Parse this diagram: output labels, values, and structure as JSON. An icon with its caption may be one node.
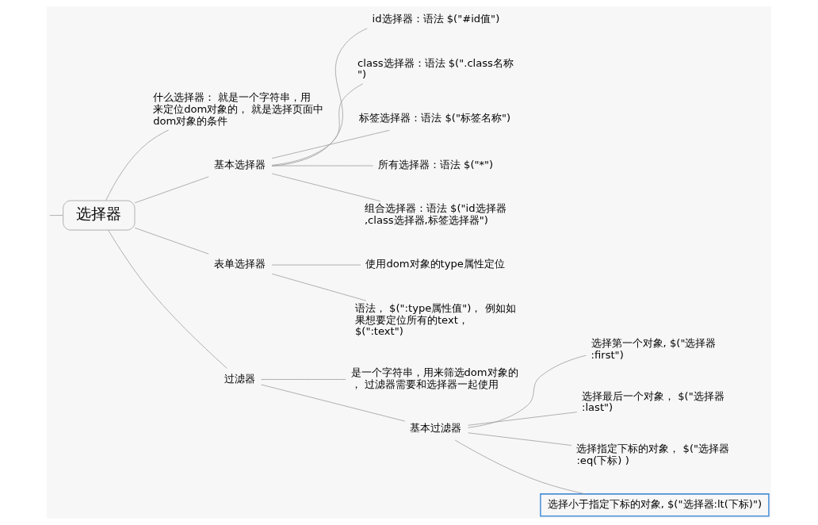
{
  "diagram": {
    "nodes": [
      {
        "text": [
          "选择器"
        ]
      },
      {
        "text": [
          "什么选择器： 就是一个字符串，用来定位dom对象的， 就是选择页面中dom对象的条件"
        ]
      },
      {
        "text": [
          "基本选择器"
        ]
      },
      {
        "text": [
          "id选择器：语法 $(\"#id值\")"
        ]
      },
      {
        "text": [
          "class选择器：语法 $(\".class名称\")"
        ]
      },
      {
        "text": [
          "标签选择器：语法 $(\"标签名称\")"
        ]
      },
      {
        "text": [
          "所有选择器：语法 $(\"*\")"
        ]
      },
      {
        "text": [
          "组合选择器：语法 $(\"id选择器,class选择器,标签选择器\")"
        ]
      },
      {
        "text": [
          "表单选择器"
        ]
      },
      {
        "text": [
          "使用dom对象的type属性定位"
        ]
      },
      {
        "text": [
          "语法， $(\":type属性值\")， 例如如果想要定位所有的text， $(\":text\")"
        ]
      },
      {
        "text": [
          "过滤器"
        ]
      },
      {
        "text": [
          "是一个字符串，用来筛选dom对象的， 过滤器需要和选择器一起使用"
        ]
      },
      {
        "text": [
          "基本过滤器"
        ]
      },
      {
        "text": [
          "选择第一个对象, $(\"选择器:first\")"
        ]
      },
      {
        "text": [
          "选择最后一个对象， $(\"选择器:last\")"
        ]
      },
      {
        "text": [
          "选择指定下标的对象， $(\"选择器:eq(下标) )"
        ]
      },
      {
        "text": [
          "选择小于指定下标的对象, $(\"选择器:lt(下标)\")"
        ]
      }
    ],
    "edges": [
      {
        "from": null,
        "to": 0,
        "arrow": "none"
      },
      {
        "from": 0,
        "to": 1,
        "arrow": "none"
      },
      {
        "from": 0,
        "to": 2,
        "arrow": "none"
      },
      {
        "from": 2,
        "to": 3,
        "arrow": "none"
      },
      {
        "from": 2,
        "to": 4,
        "arrow": "none"
      },
      {
        "from": 2,
        "to": 5,
        "arrow": "none"
      },
      {
        "from": 2,
        "to": 6,
        "arrow": "none"
      },
      {
        "from": 2,
        "to": 7,
        "arrow": "none"
      },
      {
        "from": 0,
        "to": 8,
        "arrow": "none"
      },
      {
        "from": 8,
        "to": 9,
        "arrow": "none"
      },
      {
        "from": 8,
        "to": 10,
        "arrow": "none"
      },
      {
        "from": 0,
        "to": 11,
        "arrow": "none"
      },
      {
        "from": 11,
        "to": 12,
        "arrow": "none"
      },
      {
        "from": 11,
        "to": 13,
        "arrow": "none"
      },
      {
        "from": 13,
        "to": 14,
        "arrow": "none"
      },
      {
        "from": 13,
        "to": 15,
        "arrow": "none"
      },
      {
        "from": 13,
        "to": 16,
        "arrow": "none"
      },
      {
        "from": 13,
        "to": 17,
        "arrow": "none"
      }
    ]
  }
}
